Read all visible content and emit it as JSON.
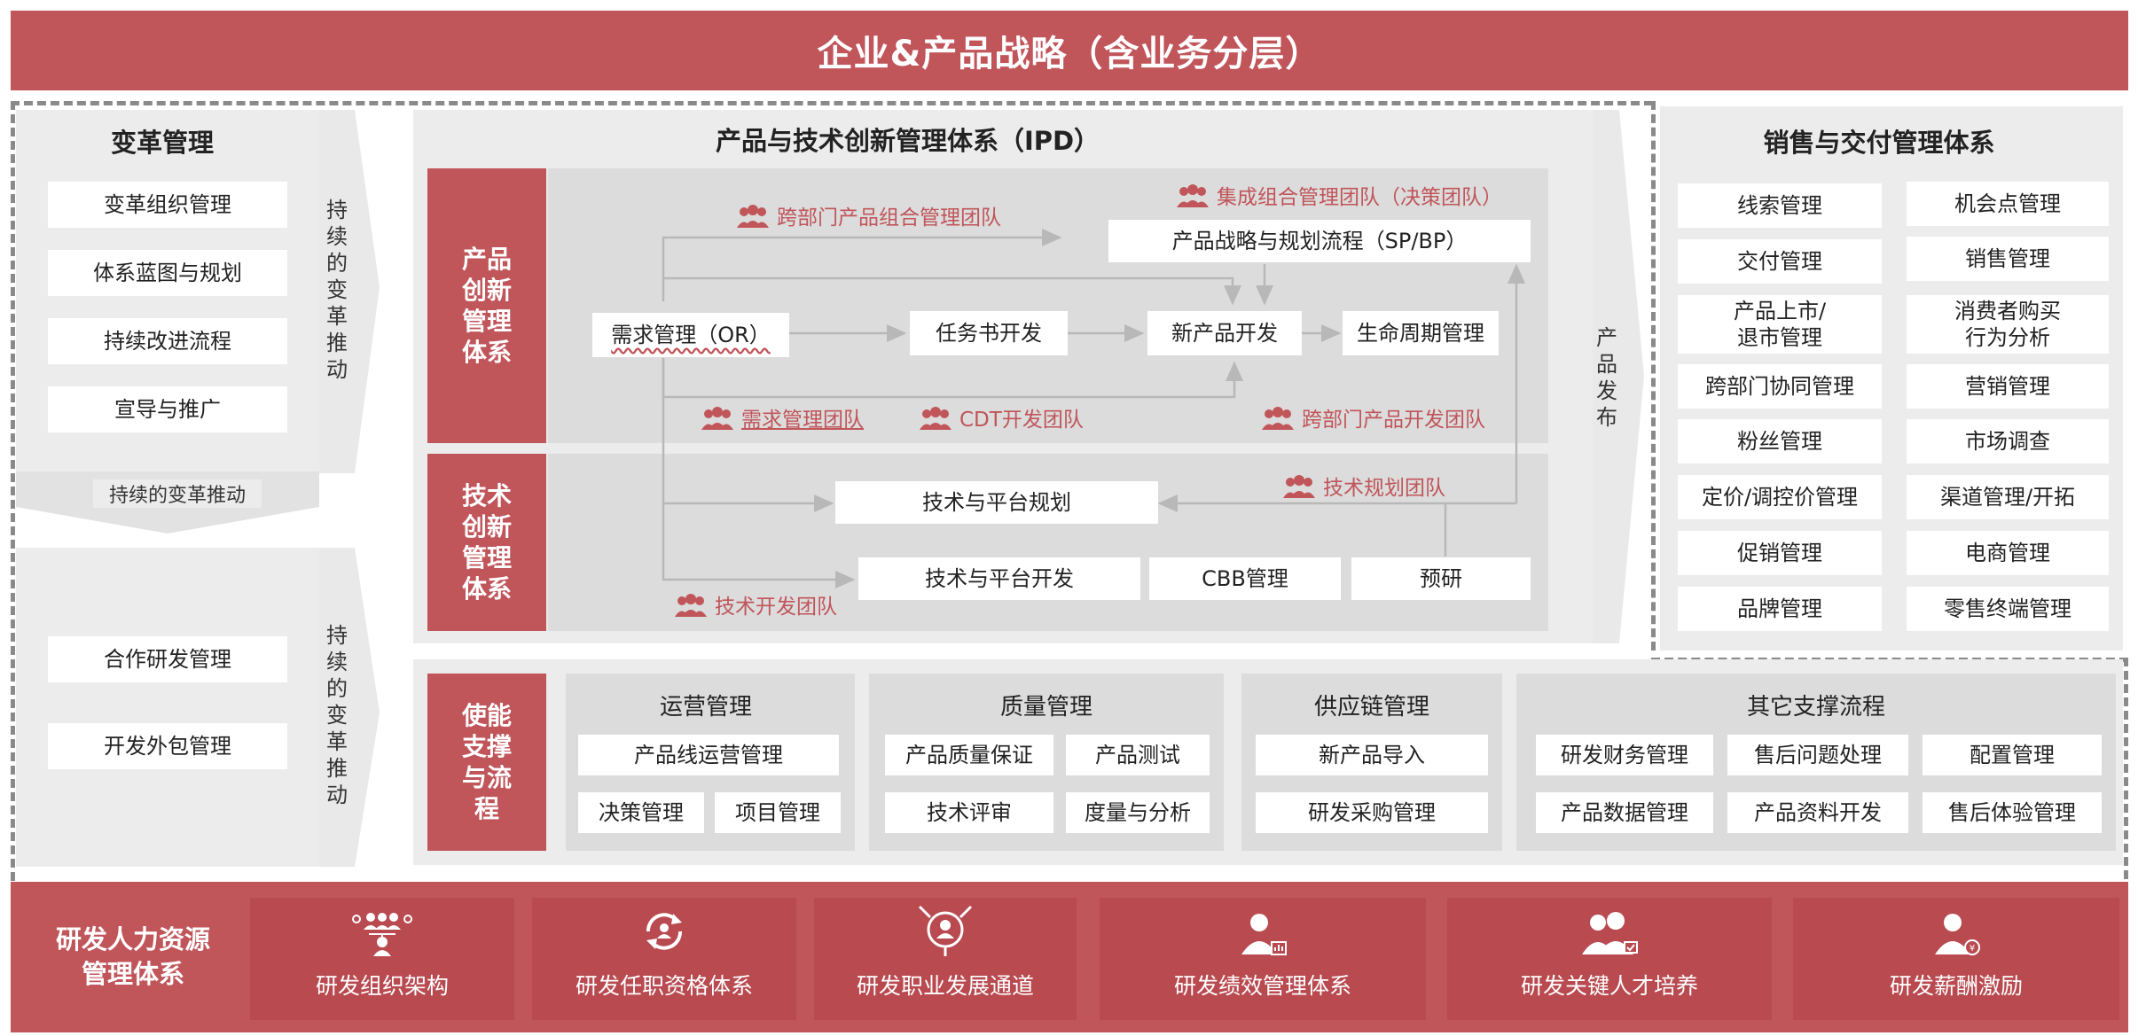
{
  "top_title": "企业&产品战略（含业务分层）",
  "change": {
    "title": "变革管理",
    "items": [
      "变革组织管理",
      "体系蓝图与规划",
      "持续改进流程",
      "宣导与推广"
    ],
    "vertical_1": "持续的变革推动",
    "horizontal": "持续的变革推动",
    "items2": [
      "合作研发管理",
      "开发外包管理"
    ],
    "vertical_2": "持续的变革推动"
  },
  "ipd": {
    "title": "产品与技术创新管理体系（IPD）",
    "product_label": "产品创新管理体系",
    "tech_label": "技术创新管理体系",
    "release_label": "产品发布",
    "boxes": {
      "strategy": "产品战略与规划流程（SP/BP）",
      "or": "需求管理（OR）",
      "charter": "任务书开发",
      "npd": "新产品开发",
      "lifecycle": "生命周期管理",
      "tech_plan": "技术与平台规划",
      "tech_dev": "技术与平台开发",
      "cbb": "CBB管理",
      "research": "预研"
    },
    "teams": {
      "ipmt": "集成组合管理团队（决策团队）",
      "cross_portfolio": "跨部门产品组合管理团队",
      "req_team": "需求管理团队",
      "cdt": "CDT开发团队",
      "cross_dev": "跨部门产品开发团队",
      "tech_plan_team": "技术规划团队",
      "tech_dev_team": "技术开发团队"
    }
  },
  "sales": {
    "title": "销售与交付管理体系",
    "left": [
      "线索管理",
      "交付管理",
      "产品上市/\n退市管理",
      "跨部门协同管理",
      "粉丝管理",
      "定价/调控价管理",
      "促销管理",
      "品牌管理"
    ],
    "right": [
      "机会点管理",
      "销售管理",
      "消费者购买\n行为分析",
      "营销管理",
      "市场调查",
      "渠道管理/开拓",
      "电商管理",
      "零售终端管理"
    ]
  },
  "support": {
    "label": "使能支撑与流程",
    "ops": {
      "title": "运营管理",
      "items": [
        "产品线运营管理",
        "决策管理",
        "项目管理"
      ]
    },
    "quality": {
      "title": "质量管理",
      "items": [
        "产品质量保证",
        "产品测试",
        "技术评审",
        "度量与分析"
      ]
    },
    "supply": {
      "title": "供应链管理",
      "items": [
        "新产品导入",
        "研发采购管理"
      ]
    },
    "other": {
      "title": "其它支撑流程",
      "items": [
        "研发财务管理",
        "售后问题处理",
        "配置管理",
        "产品数据管理",
        "产品资料开发",
        "售后体验管理"
      ]
    }
  },
  "hr": {
    "title": "研发人力资源管理体系",
    "items": [
      "研发组织架构",
      "研发任职资格体系",
      "研发职业发展通道",
      "研发绩效管理体系",
      "研发关键人才培养",
      "研发薪酬激励"
    ]
  },
  "colors": {
    "accent": "#c0555a",
    "panel": "#ececec",
    "panel_dark": "#dcdcdc",
    "dash": "#8a8a8a"
  }
}
